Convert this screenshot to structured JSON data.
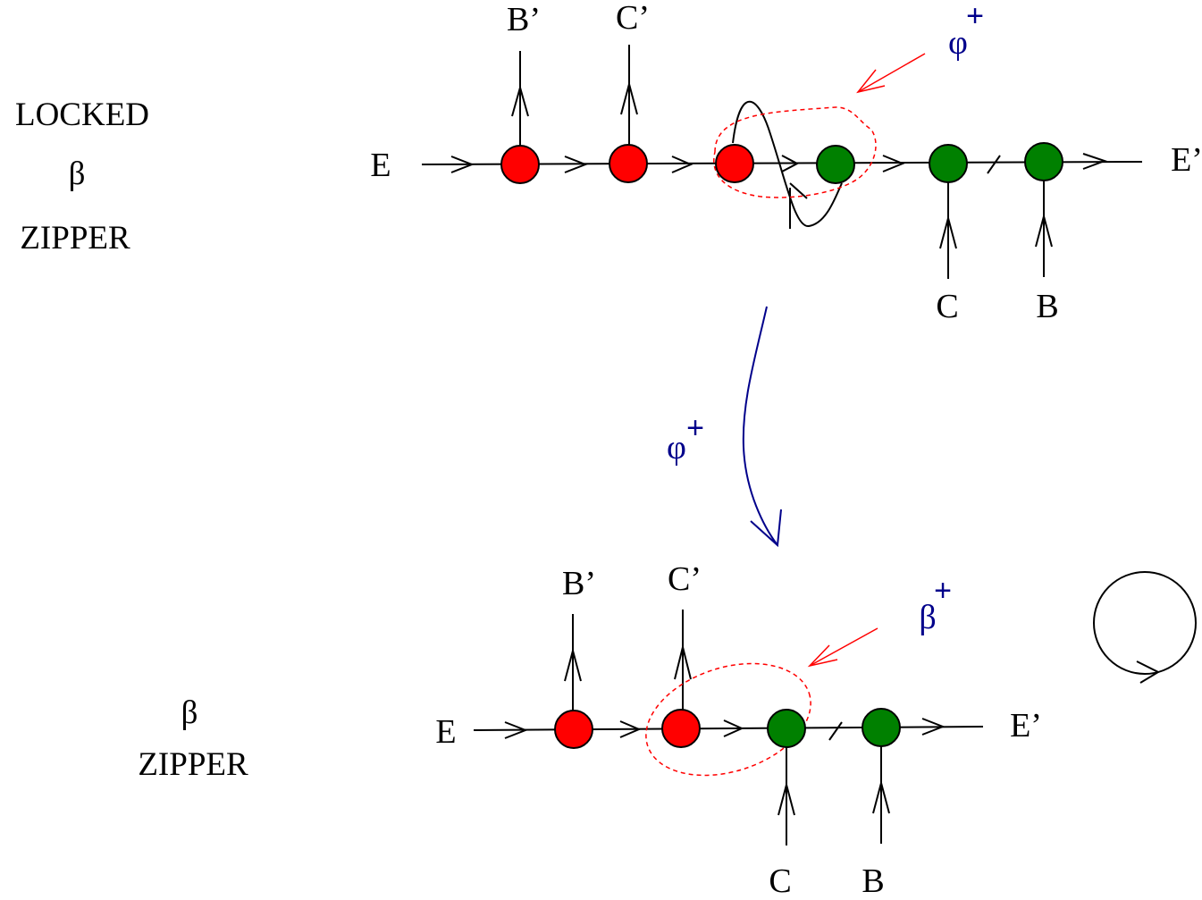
{
  "top_panel": {
    "side_label": {
      "line1": "LOCKED",
      "line2": "β",
      "line3": "ZIPPER"
    },
    "left_end": "E",
    "right_end": "E’",
    "upper_labels": [
      "B’",
      "C’"
    ],
    "lower_labels": [
      "C",
      "B"
    ],
    "pointer": {
      "symbol": "φ",
      "superscript": "+"
    }
  },
  "transition": {
    "symbol": "φ",
    "superscript": "+"
  },
  "bottom_panel": {
    "side_label": {
      "line1": "β",
      "line2": "ZIPPER"
    },
    "left_end": "E",
    "right_end": "E’",
    "upper_labels": [
      "B’",
      "C’"
    ],
    "lower_labels": [
      "C",
      "B"
    ],
    "pointer": {
      "symbol": "β",
      "superscript": "+"
    }
  },
  "colors": {
    "red_node": "#ff0000",
    "green_node": "#008000",
    "ink": "#000000",
    "greek": "#00008b",
    "dashed": "#ff0000"
  }
}
